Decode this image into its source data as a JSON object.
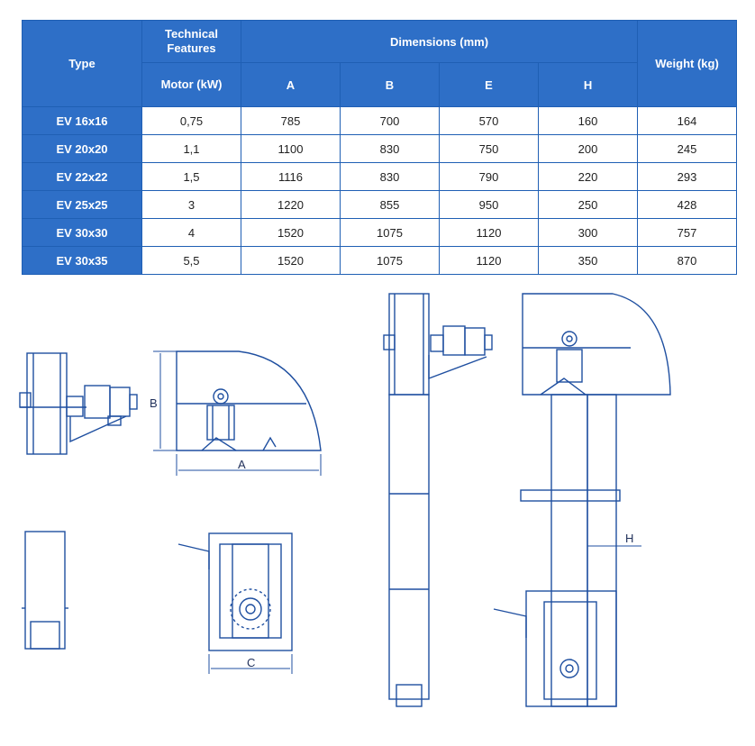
{
  "table": {
    "headers": {
      "type": "Type",
      "technical_features": "Technical Features",
      "dimensions": "Dimensions (mm)",
      "weight": "Weight (kg)",
      "motor": "Motor (kW)",
      "a": "A",
      "b": "B",
      "e": "E",
      "h": "H"
    },
    "rows": [
      {
        "type": "EV 16x16",
        "motor": "0,75",
        "a": "785",
        "b": "700",
        "e": "570",
        "h": "160",
        "weight": "164"
      },
      {
        "type": "EV 20x20",
        "motor": "1,1",
        "a": "1100",
        "b": "830",
        "e": "750",
        "h": "200",
        "weight": "245"
      },
      {
        "type": "EV 22x22",
        "motor": "1,5",
        "a": "1116",
        "b": "830",
        "e": "790",
        "h": "220",
        "weight": "293"
      },
      {
        "type": "EV 25x25",
        "motor": "3",
        "a": "1220",
        "b": "855",
        "e": "950",
        "h": "250",
        "weight": "428"
      },
      {
        "type": "EV 30x30",
        "motor": "4",
        "a": "1520",
        "b": "1075",
        "e": "1120",
        "h": "300",
        "weight": "757"
      },
      {
        "type": "EV 30x35",
        "motor": "5,5",
        "a": "1520",
        "b": "1075",
        "e": "1120",
        "h": "350",
        "weight": "870"
      }
    ]
  },
  "drawing_labels": {
    "a": "A",
    "b": "B",
    "c": "C",
    "h": "H"
  },
  "colors": {
    "header_blue": "#2e6fc7",
    "line_blue": "#1f4fa0"
  }
}
